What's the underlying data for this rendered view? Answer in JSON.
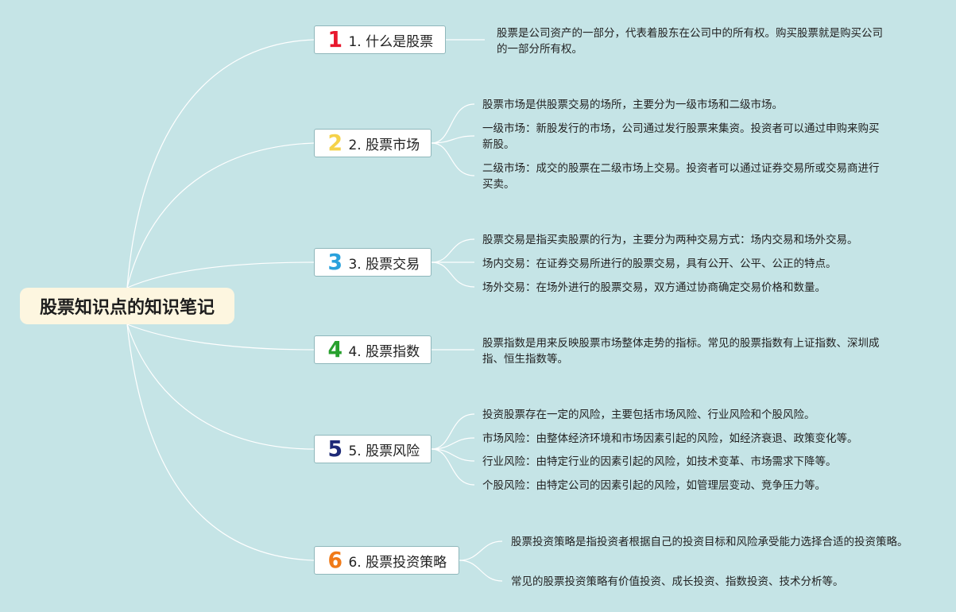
{
  "root": {
    "title": "股票知识点的知识笔记"
  },
  "colors": {
    "background": "#c5e4e6",
    "root_fill": "#fdf6e0",
    "connector": "#ffffff",
    "branch_border": "#8fb7bb"
  },
  "branches": [
    {
      "number": "1",
      "number_color": "#e8182e",
      "label": "1. 什么是股票",
      "notes": [
        "股票是公司资产的一部分，代表着股东在公司中的所有权。购买股票就是购买公司的一部分所有权。"
      ]
    },
    {
      "number": "2",
      "number_color": "#f5d24a",
      "label": "2. 股票市场",
      "notes": [
        "股票市场是供股票交易的场所，主要分为一级市场和二级市场。",
        "一级市场：新股发行的市场，公司通过发行股票来集资。投资者可以通过申购来购买新股。",
        "二级市场：成交的股票在二级市场上交易。投资者可以通过证券交易所或交易商进行买卖。"
      ]
    },
    {
      "number": "3",
      "number_color": "#2aa1dc",
      "label": "3. 股票交易",
      "notes": [
        "股票交易是指买卖股票的行为，主要分为两种交易方式：场内交易和场外交易。",
        "场内交易：在证券交易所进行的股票交易，具有公开、公平、公正的特点。",
        "场外交易：在场外进行的股票交易，双方通过协商确定交易价格和数量。"
      ]
    },
    {
      "number": "4",
      "number_color": "#27a02d",
      "label": "4. 股票指数",
      "notes": [
        "股票指数是用来反映股票市场整体走势的指标。常见的股票指数有上证指数、深圳成指、恒生指数等。"
      ]
    },
    {
      "number": "5",
      "number_color": "#1e2a78",
      "label": "5. 股票风险",
      "notes": [
        "投资股票存在一定的风险，主要包括市场风险、行业风险和个股风险。",
        "市场风险：由整体经济环境和市场因素引起的风险，如经济衰退、政策变化等。",
        "行业风险：由特定行业的因素引起的风险，如技术变革、市场需求下降等。",
        "个股风险：由特定公司的因素引起的风险，如管理层变动、竞争压力等。"
      ]
    },
    {
      "number": "6",
      "number_color": "#f07a18",
      "label": "6. 股票投资策略",
      "notes": [
        "股票投资策略是指投资者根据自己的投资目标和风险承受能力选择合适的投资策略。",
        "常见的股票投资策略有价值投资、成长投资、指数投资、技术分析等。"
      ]
    }
  ]
}
